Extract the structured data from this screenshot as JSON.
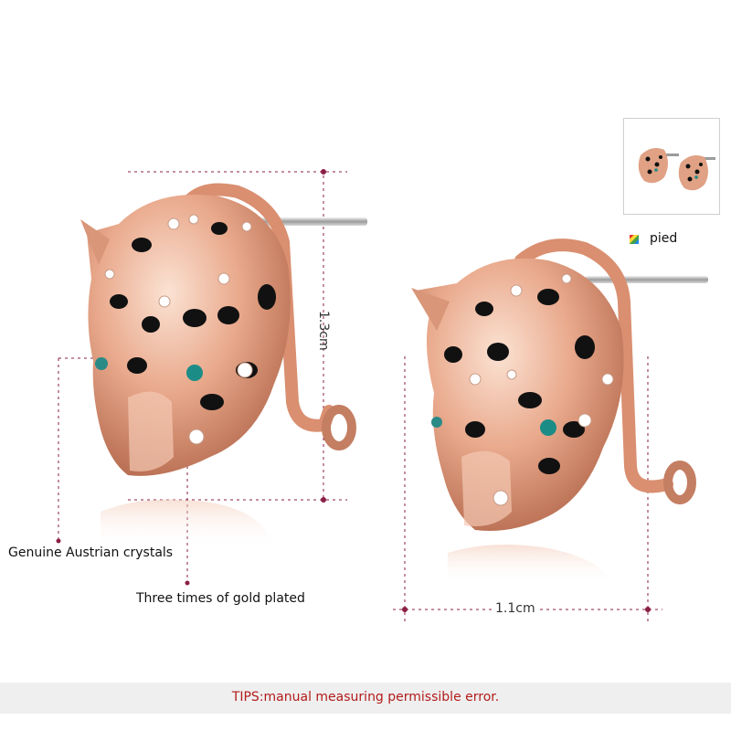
{
  "annotations": {
    "height_label": "1.3cm",
    "width_label": "1.1cm",
    "crystals_label": "Genuine Austrian crystals",
    "plating_label": "Three times of gold plated"
  },
  "color_option": {
    "name": "pied"
  },
  "footer": {
    "tips": "TIPS:manual measuring permissible error."
  },
  "icons": {
    "swatch": "color-swatch-icon"
  },
  "colors": {
    "rose_gold": "#e9a98c",
    "dimension_line": "#8a1f46",
    "tips_text": "#b31b1b"
  }
}
